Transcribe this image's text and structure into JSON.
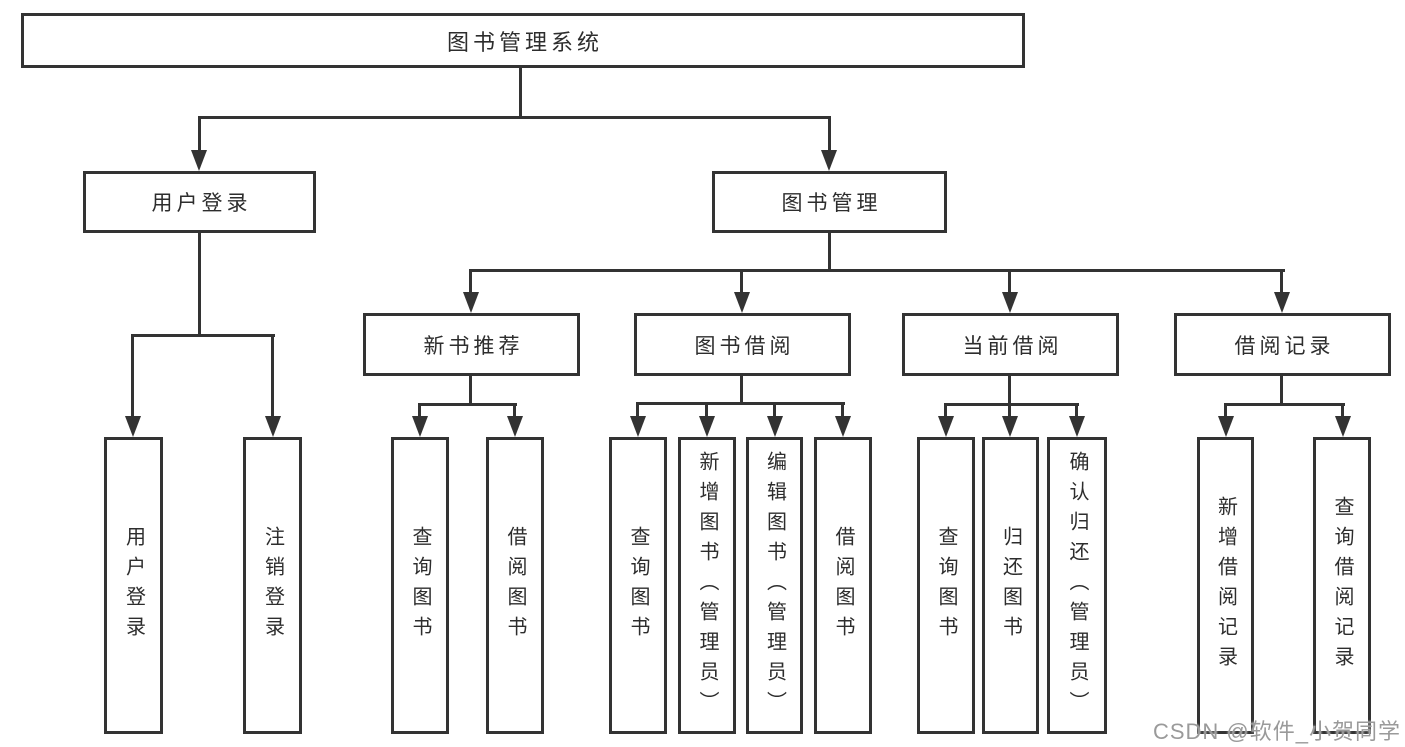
{
  "colors": {
    "line": "#333333",
    "text": "#2d2d2d",
    "background": "#ffffff",
    "watermark": "#9a9a9a"
  },
  "watermark": "CSDN @软件_小贺同学",
  "tree": {
    "label": "图书管理系统",
    "children": [
      {
        "label": "用户登录",
        "children": [
          {
            "label": "用户登录"
          },
          {
            "label": "注销登录"
          }
        ]
      },
      {
        "label": "图书管理",
        "children": [
          {
            "label": "新书推荐",
            "children": [
              {
                "label": "查询图书"
              },
              {
                "label": "借阅图书"
              }
            ]
          },
          {
            "label": "图书借阅",
            "children": [
              {
                "label": "查询图书"
              },
              {
                "label": "新增图书（管理员）"
              },
              {
                "label": "编辑图书（管理员）"
              },
              {
                "label": "借阅图书"
              }
            ]
          },
          {
            "label": "当前借阅",
            "children": [
              {
                "label": "查询图书"
              },
              {
                "label": "归还图书"
              },
              {
                "label": "确认归还（管理员）"
              }
            ]
          },
          {
            "label": "借阅记录",
            "children": [
              {
                "label": "新增借阅记录"
              },
              {
                "label": "查询借阅记录"
              }
            ]
          }
        ]
      }
    ]
  }
}
